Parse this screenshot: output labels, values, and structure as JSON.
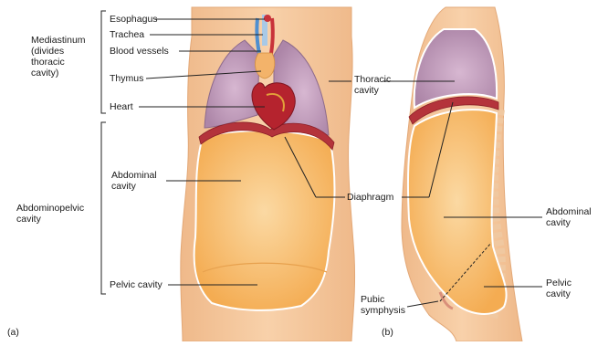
{
  "labels": {
    "esophagus": "Esophagus",
    "trachea": "Trachea",
    "blood_vessels": "Blood vessels",
    "thymus": "Thymus",
    "heart": "Heart",
    "mediastinum": [
      "Mediastinum",
      "(divides",
      "thoracic",
      "cavity)"
    ],
    "abdominopelvic": [
      "Abdominopelvic",
      "cavity"
    ],
    "abdominal_a": [
      "Abdominal",
      "cavity"
    ],
    "pelvic_a": "Pelvic cavity",
    "thoracic": [
      "Thoracic",
      "cavity"
    ],
    "diaphragm": "Diaphragm",
    "abdominal_b": [
      "Abdominal",
      "cavity"
    ],
    "pelvic_b": [
      "Pelvic",
      "cavity"
    ],
    "pubic": [
      "Pubic",
      "symphysis"
    ],
    "panel_a": "(a)",
    "panel_b": "(b)"
  },
  "colors": {
    "skin": "#f6c79c",
    "skin_edge": "#e3a877",
    "lung": "#b991b3",
    "lung_edge": "#8e6b8c",
    "cavity": "#f7b862",
    "diaphragm": "#b4333b",
    "heart": "#b5232e",
    "vessel_blue": "#4f8fd0",
    "vessel_red": "#c8323a"
  },
  "icons": {
    "torso_front": "anterior-torso-illustration",
    "torso_side": "lateral-torso-illustration"
  }
}
